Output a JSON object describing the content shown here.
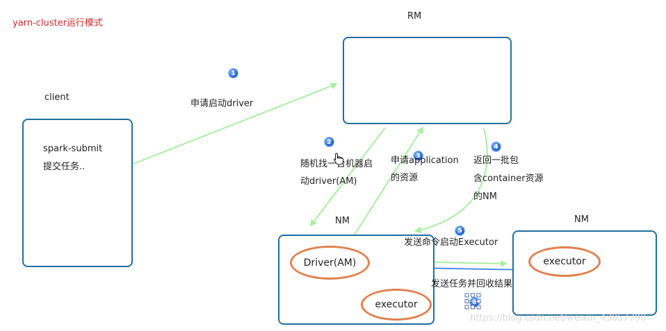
{
  "title": "yarn-cluster运行模式",
  "nodes": {
    "client": {
      "label": "client",
      "line1": "spark-submit",
      "line2": "提交任务.."
    },
    "rm": {
      "label": "RM"
    },
    "nm_left": {
      "label": "NM",
      "driver": "Driver(AM)",
      "executor": "executor"
    },
    "nm_right": {
      "label": "NM",
      "executor": "executor"
    }
  },
  "steps": {
    "s1": {
      "num": "1",
      "text": "申请启动driver"
    },
    "s2": {
      "num": "2",
      "line1": "随机找一台机器启",
      "line2": "动driver(AM)"
    },
    "s3": {
      "num": "3",
      "line1": "申请application",
      "line2": "的资源"
    },
    "s4": {
      "num": "4",
      "line1": "返回一批包",
      "line2": "含container资源",
      "line3": "的NM"
    },
    "s5": {
      "num": "5",
      "text": "发送命令启动Executor"
    },
    "s6": {
      "num": "6",
      "text": "发送任务并回收结果"
    }
  },
  "watermark": "https://blog.csdn.net/weixin_43857790",
  "colors": {
    "box_border": "#1e6f9c",
    "ellipse_border": "#e08050",
    "green_arrow": "#a8eea0",
    "blue_arrow": "#4a8ee8",
    "title": "#d02a2a"
  }
}
